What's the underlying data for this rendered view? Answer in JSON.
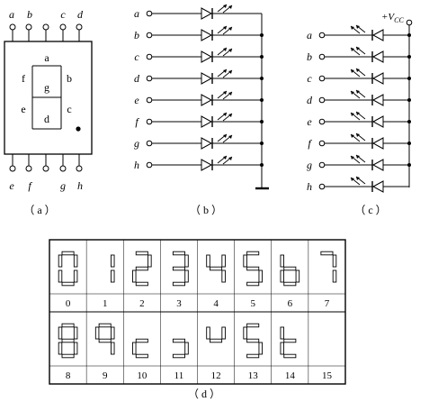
{
  "colors": {
    "ink": "#000000",
    "background": "#ffffff",
    "segment_lit": "#000000"
  },
  "panel_a": {
    "caption": "（ a ）",
    "top_pins": [
      "a",
      "b",
      "c",
      "d"
    ],
    "bottom_pins": [
      "e",
      "f",
      "g",
      "h"
    ],
    "segment_labels": {
      "a": "a",
      "b": "b",
      "c": "c",
      "d": "d",
      "e": "e",
      "f": "f",
      "g": "g"
    }
  },
  "panel_b": {
    "caption": "（ b ）",
    "inputs": [
      "a",
      "b",
      "c",
      "d",
      "e",
      "f",
      "g",
      "h"
    ]
  },
  "panel_c": {
    "caption": "（ c ）",
    "supply": "+V",
    "supply_sub": "CC",
    "inputs": [
      "a",
      "b",
      "c",
      "d",
      "e",
      "f",
      "g",
      "h"
    ]
  },
  "panel_d": {
    "caption": "（ d ）",
    "digits": [
      {
        "label": "0",
        "segments": [
          "a",
          "b",
          "c",
          "d",
          "e",
          "f"
        ]
      },
      {
        "label": "1",
        "segments": [
          "b",
          "c"
        ]
      },
      {
        "label": "2",
        "segments": [
          "a",
          "b",
          "g",
          "e",
          "d"
        ]
      },
      {
        "label": "3",
        "segments": [
          "a",
          "b",
          "g",
          "c",
          "d"
        ]
      },
      {
        "label": "4",
        "segments": [
          "f",
          "g",
          "b",
          "c"
        ]
      },
      {
        "label": "5",
        "segments": [
          "a",
          "f",
          "g",
          "c",
          "d"
        ]
      },
      {
        "label": "6",
        "segments": [
          "f",
          "g",
          "c",
          "d",
          "e"
        ]
      },
      {
        "label": "7",
        "segments": [
          "a",
          "b",
          "c"
        ]
      },
      {
        "label": "8",
        "segments": [
          "a",
          "b",
          "c",
          "d",
          "e",
          "f",
          "g"
        ]
      },
      {
        "label": "9",
        "segments": [
          "a",
          "b",
          "c",
          "f",
          "g"
        ]
      },
      {
        "label": "10",
        "segments": [
          "g",
          "e",
          "d"
        ]
      },
      {
        "label": "11",
        "segments": [
          "g",
          "c",
          "d"
        ]
      },
      {
        "label": "12",
        "segments": [
          "f",
          "b",
          "g"
        ]
      },
      {
        "label": "13",
        "segments": [
          "a",
          "f",
          "g",
          "c",
          "d"
        ]
      },
      {
        "label": "14",
        "segments": [
          "f",
          "g",
          "e",
          "d"
        ]
      },
      {
        "label": "15",
        "segments": []
      }
    ]
  }
}
